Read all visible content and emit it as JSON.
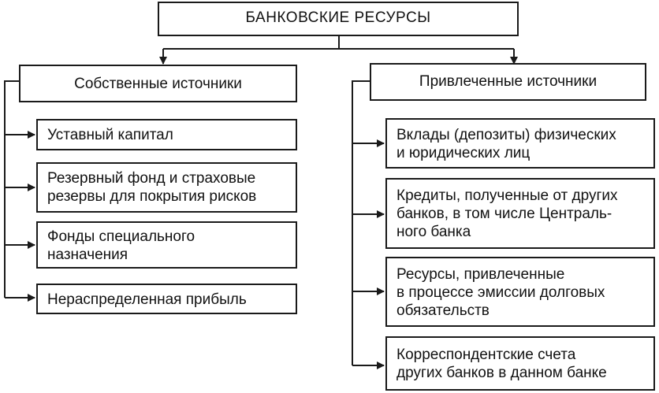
{
  "root": {
    "label": "БАНКОВСКИЕ РЕСУРСЫ"
  },
  "left": {
    "title": "Собственные источники",
    "items": [
      "Уставный капитал",
      "Резервный фонд и страховые\nрезервы для покрытия рисков",
      "Фонды специального\nназначения",
      "Нераспределенная прибыль"
    ]
  },
  "right": {
    "title": "Привлеченные источники",
    "items": [
      "Вклады (депозиты) физических\nи юридических лиц",
      "Кредиты, полученные от других\nбанков, в том числе Централь-\nного банка",
      "Ресурсы, привлеченные\nв процессе эмиссии долговых\nобязательств",
      "Корреспондентские счета\nдругих банков в данном банке"
    ]
  }
}
